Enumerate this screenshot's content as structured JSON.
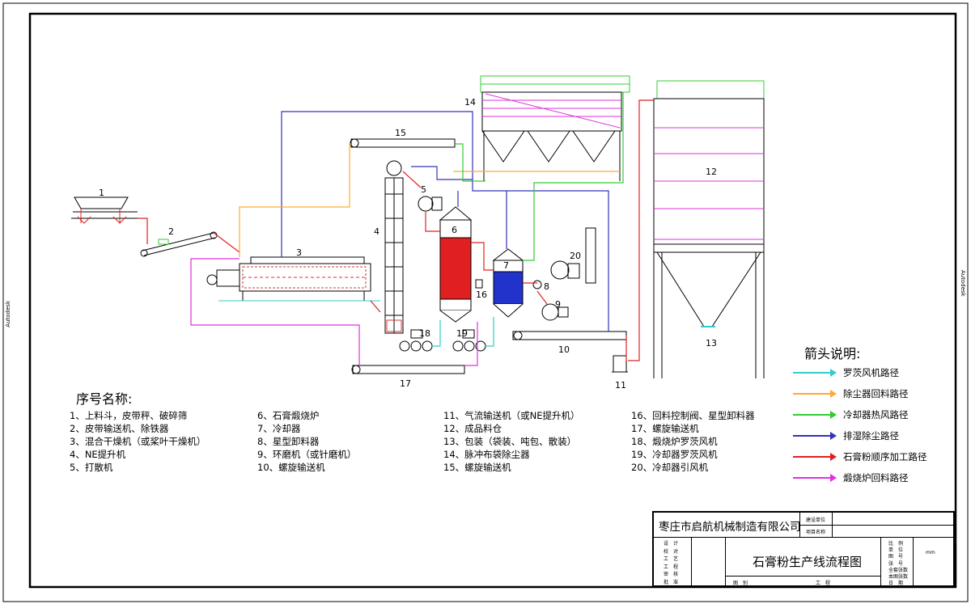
{
  "side_label": "Autodesk",
  "equipment_numbers": [
    "1",
    "2",
    "3",
    "4",
    "5",
    "6",
    "7",
    "8",
    "9",
    "10",
    "11",
    "12",
    "13",
    "14",
    "15",
    "16",
    "17",
    "18",
    "19",
    "20"
  ],
  "list_title": "序号名称:",
  "list_columns": [
    [
      "1、上料斗，皮带秤、破碎筛",
      "2、皮带输送机、除铁器",
      "3、混合干燥机（或桨叶干燥机）",
      "4、NE提升机",
      "5、打散机"
    ],
    [
      "6、石膏煅烧炉",
      "7、冷却器",
      "8、星型卸料器",
      "9、环磨机（或针磨机）",
      "10、螺旋输送机"
    ],
    [
      "11、气流输送机（或NE提升机）",
      "12、成品料仓",
      "13、包装（袋装、吨包、散装）",
      "14、脉冲布袋除尘器",
      "15、螺旋输送机"
    ],
    [
      "16、回料控制阀、星型卸料器",
      "17、螺旋输送机",
      "18、煅烧炉罗茨风机",
      "19、冷却器罗茨风机",
      "20、冷却器引风机"
    ]
  ],
  "legend_title": "箭头说明:",
  "legend": [
    {
      "label": "罗茨风机路径",
      "color": "#33cccc"
    },
    {
      "label": "除尘器回料路径",
      "color": "#ffaa33"
    },
    {
      "label": "冷却器热风路径",
      "color": "#33cc33"
    },
    {
      "label": "排湿除尘路径",
      "color": "#3333bb"
    },
    {
      "label": "石膏粉顺序加工路径",
      "color": "#e02020"
    },
    {
      "label": "煅烧炉回料路径",
      "color": "#dd33dd"
    }
  ],
  "title_block": {
    "company": "枣庄市启航机械制造有限公司",
    "build_unit": "建设单位",
    "project_name": "项目名称",
    "drawing_title": "石膏粉生产线流程图",
    "left_rows": [
      "设　计",
      "校　对",
      "工　艺",
      "工　程",
      "审　核",
      "批　准"
    ],
    "right_rows": [
      "比　例",
      "单　位",
      "图　号",
      "张　号",
      "全套张数",
      "本图张数",
      "日　期"
    ],
    "unit_value": "mm",
    "bottom_labels": [
      "图　别",
      "工　程"
    ]
  }
}
